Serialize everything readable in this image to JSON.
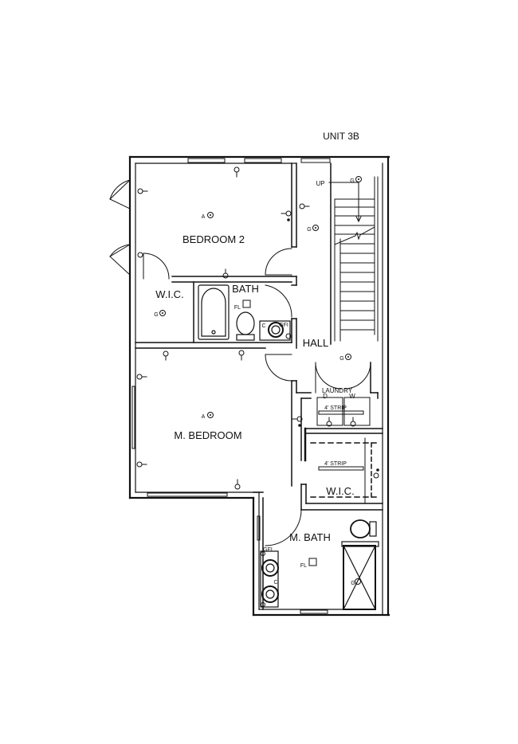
{
  "title": "UNIT 3B",
  "rooms": {
    "bedroom2": "BEDROOM 2",
    "bath": "BATH",
    "wic1": "W.I.C.",
    "hall": "HALL",
    "master_bedroom": "M. BEDROOM",
    "laundry": "LAUNDRY",
    "wic2": "W.I.C.",
    "master_bath": "M. BATH"
  },
  "annotations": {
    "stair_up": "UP",
    "dryer": "D",
    "washer": "W",
    "laundry_light": "4' STRIP",
    "wic_light": "4' STRIP",
    "floor_drain_bath": "FL",
    "floor_drain_mbath": "FL",
    "gfi_bath": "GFI",
    "gfi_mbath": "GFI",
    "fixture_a_bed2": "A",
    "fixture_a_mbed": "A",
    "fixture_g_wic": "G",
    "fixture_g_stair": "G",
    "fixture_g_hall_upper": "G",
    "fixture_g_hall_lower": "G",
    "fixture_g_shower": "G",
    "c_bath": "C",
    "c_mbath": "C"
  },
  "colors": {
    "line": "#111111",
    "background": "#ffffff"
  }
}
